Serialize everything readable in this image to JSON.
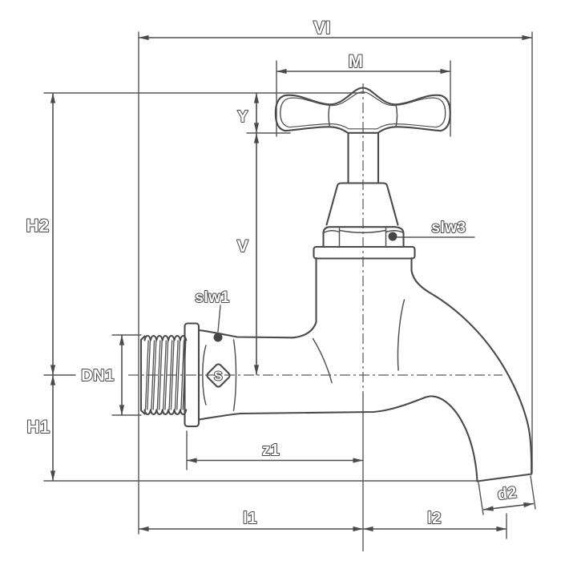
{
  "colors": {
    "background": "#ffffff",
    "line": "#4f4f4f",
    "text_outline": "#474747"
  },
  "labels": {
    "overall_length": "VI",
    "handle_width": "M",
    "handle_height": "Y",
    "height_above_axis": "H2",
    "handle_to_axis": "V",
    "bonnet_wrench": "slw3",
    "inlet_wrench": "slw1",
    "nominal_diameter": "DN1",
    "height_below_axis": "H1",
    "engagement_length": "z1",
    "inlet_length": "l1",
    "outlet_length": "l2",
    "outlet_diameter": "d2"
  },
  "logo": {
    "letter": "S"
  }
}
